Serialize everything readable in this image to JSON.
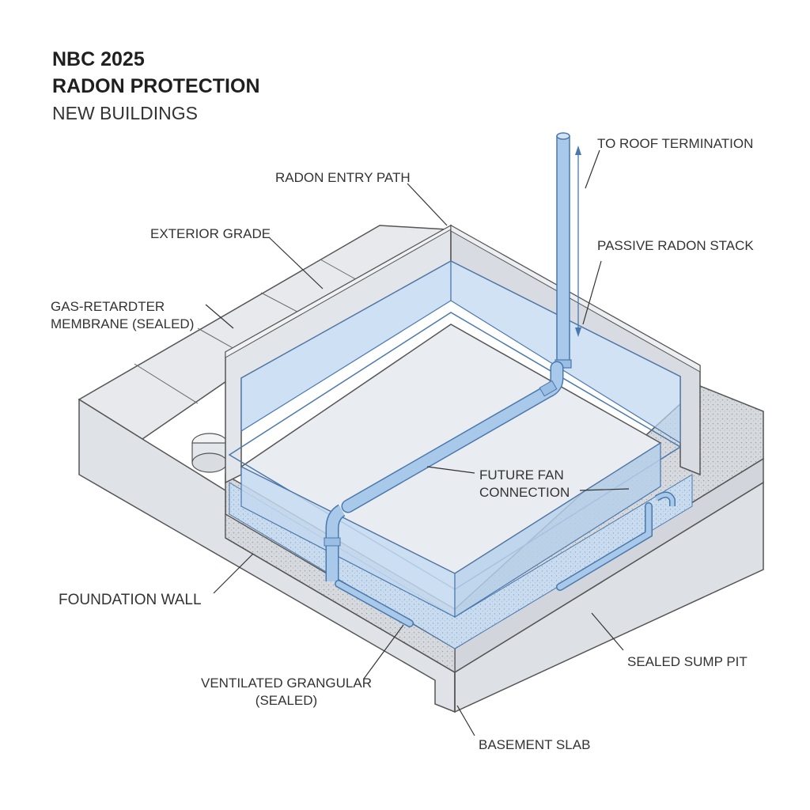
{
  "title": {
    "line1": "NBC 2025",
    "line2": "RADON PROTECTION",
    "line3": "NEW BUILDINGS"
  },
  "labels": {
    "roof_termination": "TO ROOF TERMINATION",
    "radon_entry_path": "RADON ENTRY PATH",
    "exterior_grade": "EXTERIOR GRADE",
    "passive_radon_stack": "PASSIVE RADON STACK",
    "membrane_line1": "GAS-RETARDTER",
    "membrane_line2": "MEMBRANE (SEALED)",
    "future_fan_line1": "FUTURE FAN",
    "future_fan_line2": "CONNECTION",
    "foundation_wall": "FOUNDATION WALL",
    "sealed_sump_pit": "SEALED SUMP PIT",
    "granular_line1": "VENTILATED GRANGULAR",
    "granular_line2": "(SEALED)",
    "basement_slab": "BASEMENT SLAB"
  },
  "colors": {
    "pipe": "#a9c9ea",
    "pipe_stroke": "#4a78ad",
    "membrane": "#bcd6f0",
    "concrete": "#e4e7ec",
    "concrete_dark": "#ccd1d8",
    "gravel": "#cfd2d6",
    "line": "#555555"
  }
}
